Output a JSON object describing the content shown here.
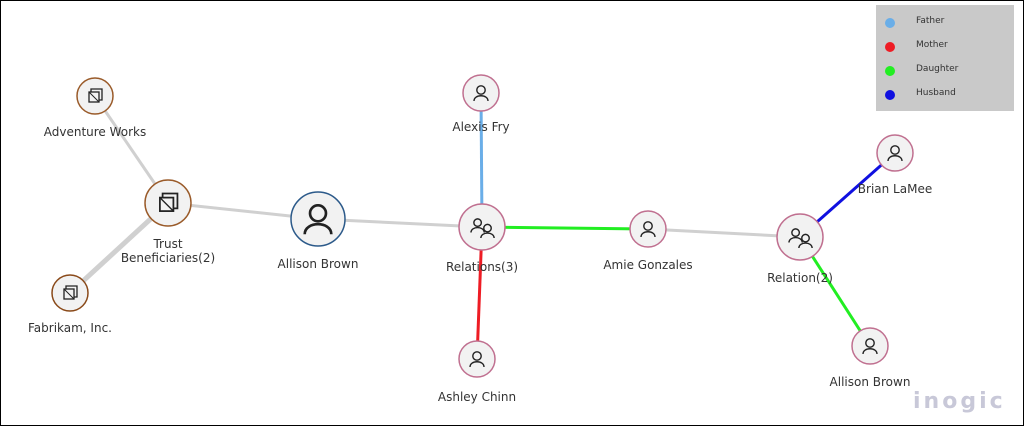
{
  "nodes": {
    "adventure_works": {
      "label": "Adventure Works",
      "icon": "account-icon",
      "stroke": "#9a5b2a"
    },
    "trust": {
      "label_line1": "Trust",
      "label_line2": "Beneficiaries(2)",
      "icon": "account-icon",
      "stroke": "#9a5b2a"
    },
    "fabrikam": {
      "label": "Fabrikam, Inc.",
      "icon": "account-icon",
      "stroke": "#8a4a1a"
    },
    "allison_main": {
      "label": "Allison Brown",
      "icon": "contact-icon",
      "stroke": "#2c5a8a"
    },
    "alexis": {
      "label": "Alexis Fry",
      "icon": "contact-icon",
      "stroke": "#c07090"
    },
    "relations3": {
      "label": "Relations(3)",
      "icon": "relation-group-icon",
      "stroke": "#c07090"
    },
    "ashley": {
      "label": "Ashley Chinn",
      "icon": "contact-icon",
      "stroke": "#c07090"
    },
    "amie": {
      "label": "Amie Gonzales",
      "icon": "contact-icon",
      "stroke": "#c07090"
    },
    "relation2": {
      "label": "Relation(2)",
      "icon": "relation-group-icon",
      "stroke": "#c07090"
    },
    "brian": {
      "label": "Brian LaMee",
      "icon": "contact-icon",
      "stroke": "#c07090"
    },
    "allison_right": {
      "label": "Allison Brown",
      "icon": "contact-icon",
      "stroke": "#c07090"
    }
  },
  "legend": [
    {
      "label": "Father",
      "color": "#6aaee8"
    },
    {
      "label": "Mother",
      "color": "#ee1c24"
    },
    {
      "label": "Daughter",
      "color": "#22ee22"
    },
    {
      "label": "Husband",
      "color": "#1010e0"
    }
  ],
  "edge_colors": {
    "neutral": "#d0d0d0"
  },
  "watermark": "inogic"
}
